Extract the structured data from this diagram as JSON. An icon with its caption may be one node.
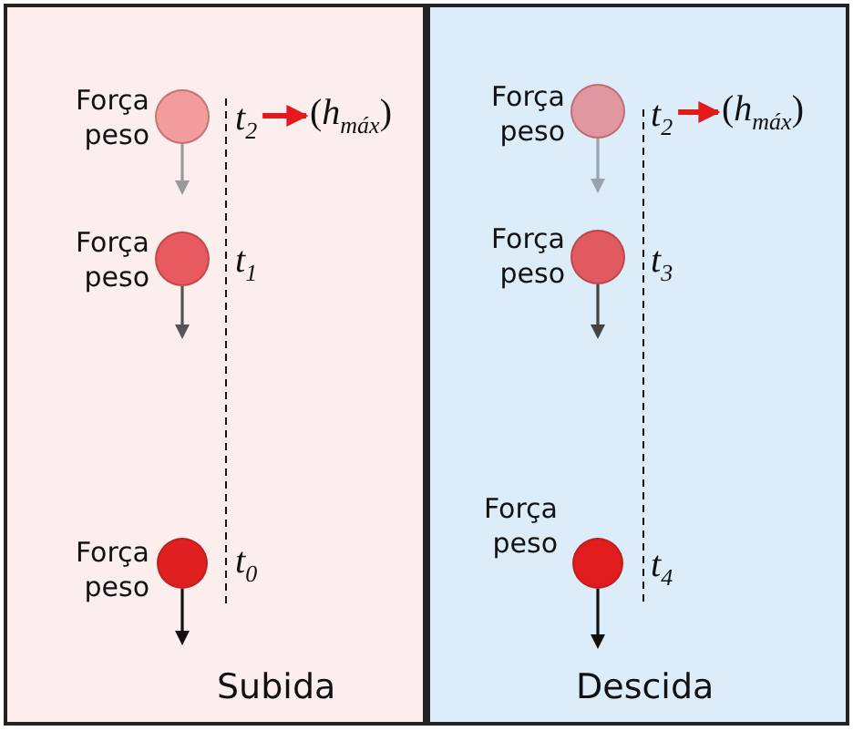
{
  "diagram": {
    "nodes": [
      {
        "text": [
          "Subida"
        ]
      },
      {
        "text": [],
        "shape": "circle",
        "in": 0,
        "beside": [
          "Força peso"
        ]
      },
      {
        "text": [
          "*t*$_{2}$"
        ],
        "in": 0
      },
      {
        "text": [
          "(*h*$_{máx}$)"
        ],
        "in": 0
      },
      {
        "text": [],
        "shape": "circle",
        "in": 0,
        "beside": [
          "Força peso",
          "*t*$_{1}$"
        ]
      },
      {
        "text": [],
        "shape": "circle",
        "in": 0,
        "beside": [
          "Força peso",
          "*t*$_{0}$"
        ]
      },
      {
        "text": [
          "Descida"
        ]
      },
      {
        "text": [],
        "shape": "circle",
        "in": 6,
        "beside": [
          "Força peso"
        ]
      },
      {
        "text": [
          "*t*$_{2}$"
        ],
        "in": 6
      },
      {
        "text": [
          "(*h*$_{máx}$)"
        ],
        "in": 6
      },
      {
        "text": [],
        "shape": "circle",
        "in": 6,
        "beside": [
          "Força peso",
          "*t*$_{3}$"
        ]
      },
      {
        "text": [],
        "shape": "circle",
        "in": 6,
        "beside": [
          "Força peso",
          "*t*$_{4}$"
        ]
      }
    ],
    "edges": [
      {
        "from": 2,
        "to": 3,
        "arrow": "to"
      },
      {
        "from": 8,
        "to": 9,
        "arrow": "to"
      }
    ]
  }
}
